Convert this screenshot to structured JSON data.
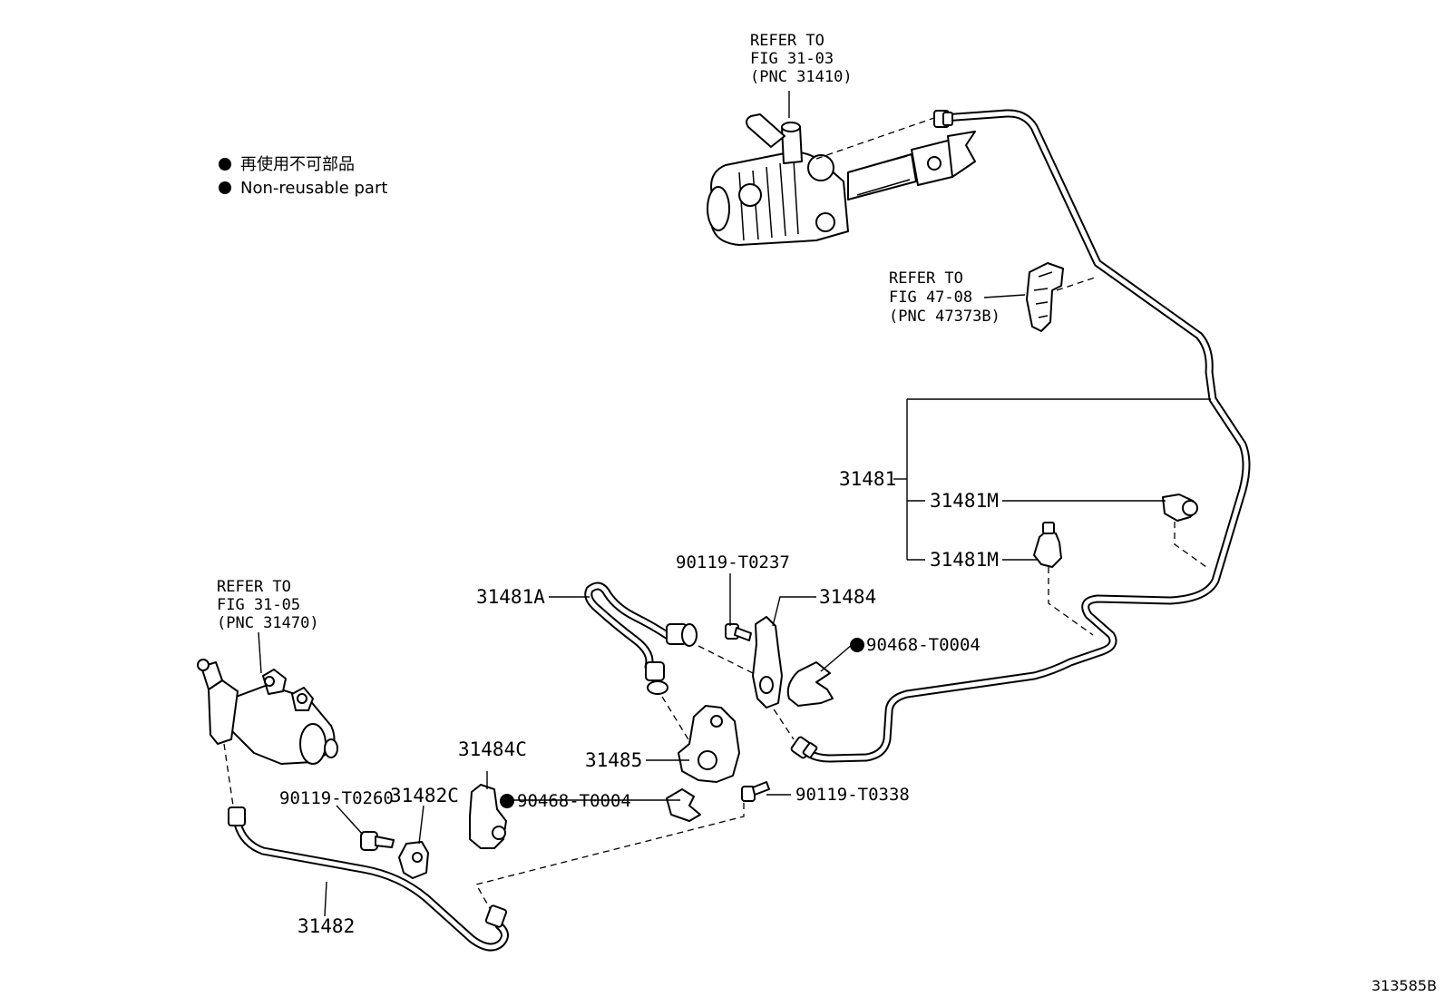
{
  "legend": {
    "items": [
      {
        "text": "再使用不可部品"
      },
      {
        "text": "Non-reusable part"
      }
    ]
  },
  "refs": {
    "master": {
      "line1": "REFER TO",
      "line2": "FIG 31-03",
      "line3": "(PNC 31410)"
    },
    "clamp": {
      "line1": "REFER TO",
      "line2": "FIG 47-08",
      "line3": "(PNC 47373B)"
    },
    "release": {
      "line1": "REFER TO",
      "line2": "FIG 31-05",
      "line3": "(PNC 31470)"
    }
  },
  "labels": {
    "p31481": "31481",
    "p31481m_a": "31481M",
    "p31481m_b": "31481M",
    "p31481a": "31481A",
    "p90119_t0237": "90119-T0237",
    "p31484": "31484",
    "p90468_t0004_a": "90468-T0004",
    "p31485": "31485",
    "p90119_t0338": "90119-T0338",
    "p31484c": "31484C",
    "p90468_t0004_b": "90468-T0004",
    "p90119_t0260": "90119-T0260",
    "p31482c": "31482C",
    "p31482": "31482"
  },
  "footer": {
    "code": "313585B"
  }
}
